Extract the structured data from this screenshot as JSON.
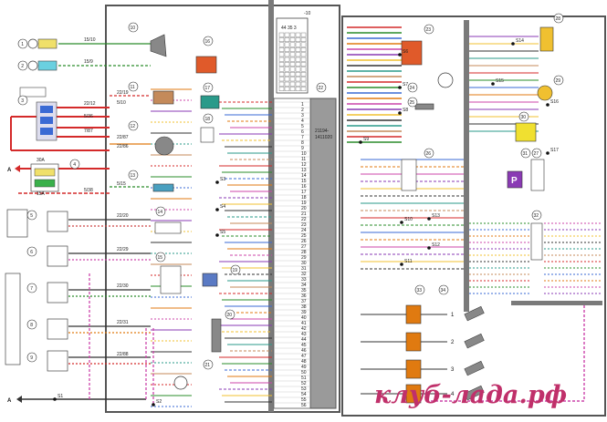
{
  "top_mark": "-10",
  "ecu": {
    "part_number_line1": "21194-",
    "part_number_line2": "1411020",
    "header_numbers": "44  35  3"
  },
  "watermark": "клуб-лада.рф",
  "components": [
    "1",
    "2",
    "3",
    "4",
    "5",
    "6",
    "7",
    "8",
    "9",
    "10",
    "11",
    "12",
    "13",
    "14",
    "15",
    "16",
    "17",
    "18",
    "19",
    "20",
    "21",
    "22",
    "23",
    "24",
    "25",
    "26",
    "27",
    "28",
    "29",
    "30",
    "31",
    "32",
    "33",
    "34"
  ],
  "splices": [
    "S1",
    "S2",
    "S3",
    "S4",
    "S5",
    "S6",
    "S7",
    "S8",
    "S9",
    "S10",
    "S11",
    "S12",
    "S13",
    "S14",
    "S15",
    "S16",
    "S17"
  ],
  "left_wire_labels": [
    "15/10",
    "15/9",
    "22/12",
    "5/36",
    "7/87",
    "30A",
    "15A",
    "5/38",
    "22/19",
    "5/10",
    "22/87",
    "22/86",
    "5/15",
    "22/20",
    "22/29",
    "22/30",
    "22/31",
    "22/88"
  ],
  "ignition_coils": [
    "1",
    "2",
    "3",
    "4"
  ],
  "arrows": [
    "A",
    "A"
  ],
  "p_label": "P"
}
